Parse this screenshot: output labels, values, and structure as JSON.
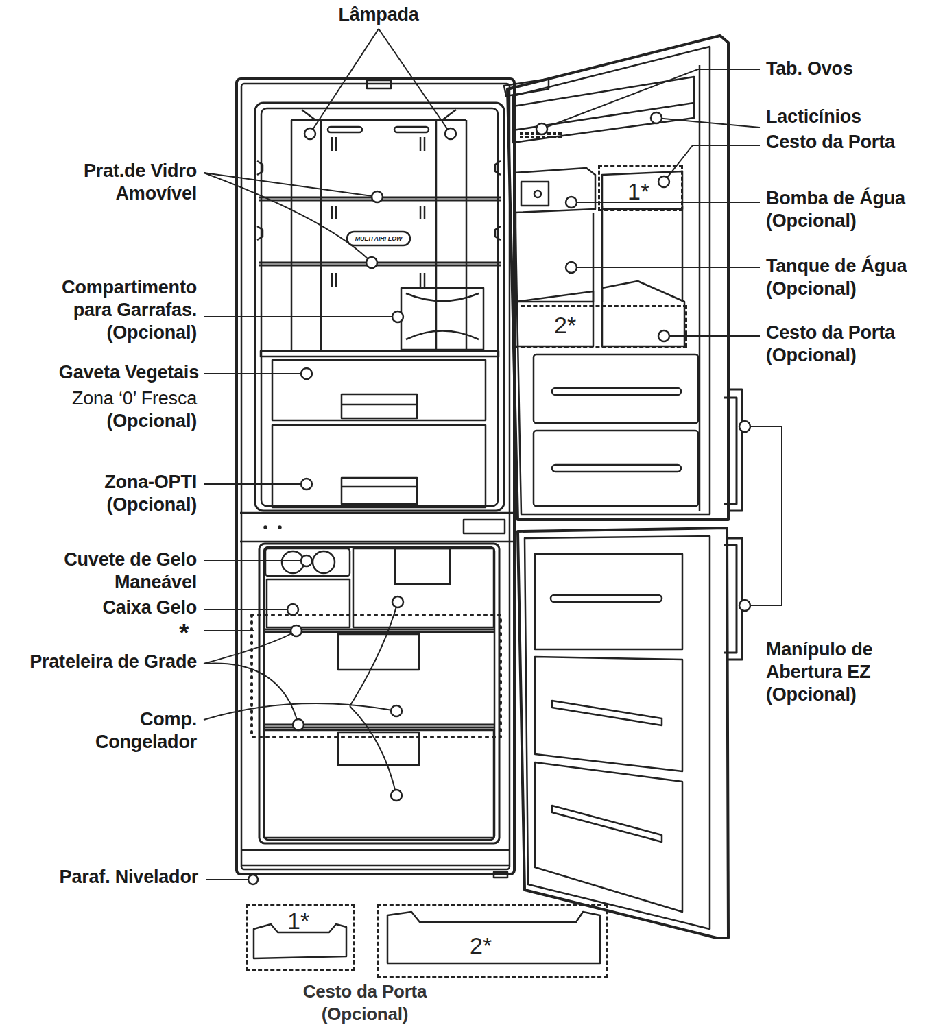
{
  "diagram": {
    "nodes": [
      {
        "text": [
          "1*"
        ]
      },
      {
        "text": [
          "2*"
        ]
      },
      {
        "text": [
          "1*"
        ]
      },
      {
        "text": [
          "2*"
        ]
      }
    ],
    "labels": [
      "Lâmpada",
      "Prat.de Vidro Amovível",
      "Compartimento para Garrafas. (Opcional)",
      "Gaveta Vegetais",
      "Zona ‘0’ Fresca",
      "(Opcional)",
      "MULTI AIRFLOW",
      "Zona-OPTI (Opcional)",
      "Cuvete de Gelo Maneável",
      "Caixa Gelo",
      "*",
      "Prateleira de Grade",
      "Comp. Congelador",
      "Paraf. Nivelador",
      "Tab. Ovos",
      "Lacticínios",
      "Cesto da Porta",
      "Bomba de Água (Opcional)",
      "Tanque de Água (Opcional)",
      "Cesto da Porta (Opcional)",
      "Manípulo de Abertura EZ (Opcional)",
      "Cesto da Porta (Opcional)"
    ]
  }
}
